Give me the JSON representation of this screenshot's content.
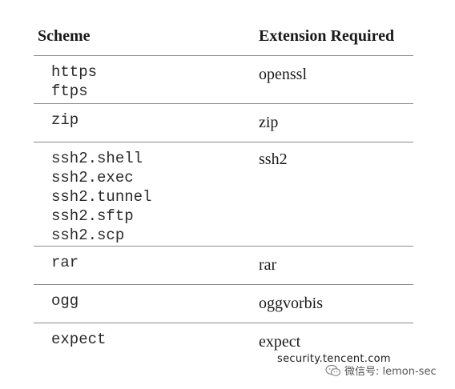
{
  "table": {
    "headers": {
      "scheme": "Scheme",
      "extension": "Extension Required"
    },
    "rows": [
      {
        "schemes": [
          "https",
          "ftps"
        ],
        "extension": "openssl"
      },
      {
        "schemes": [
          "zip"
        ],
        "extension": "zip"
      },
      {
        "schemes": [
          "ssh2.shell",
          "ssh2.exec",
          "ssh2.tunnel",
          "ssh2.sftp",
          "ssh2.scp"
        ],
        "extension": "ssh2"
      },
      {
        "schemes": [
          "rar"
        ],
        "extension": "rar"
      },
      {
        "schemes": [
          "ogg"
        ],
        "extension": "oggvorbis"
      },
      {
        "schemes": [
          "expect"
        ],
        "extension": "expect"
      }
    ]
  },
  "watermark": {
    "site": "security.tencent.com",
    "account": "微信号: lemon-sec",
    "icon": "wechat-icon"
  }
}
